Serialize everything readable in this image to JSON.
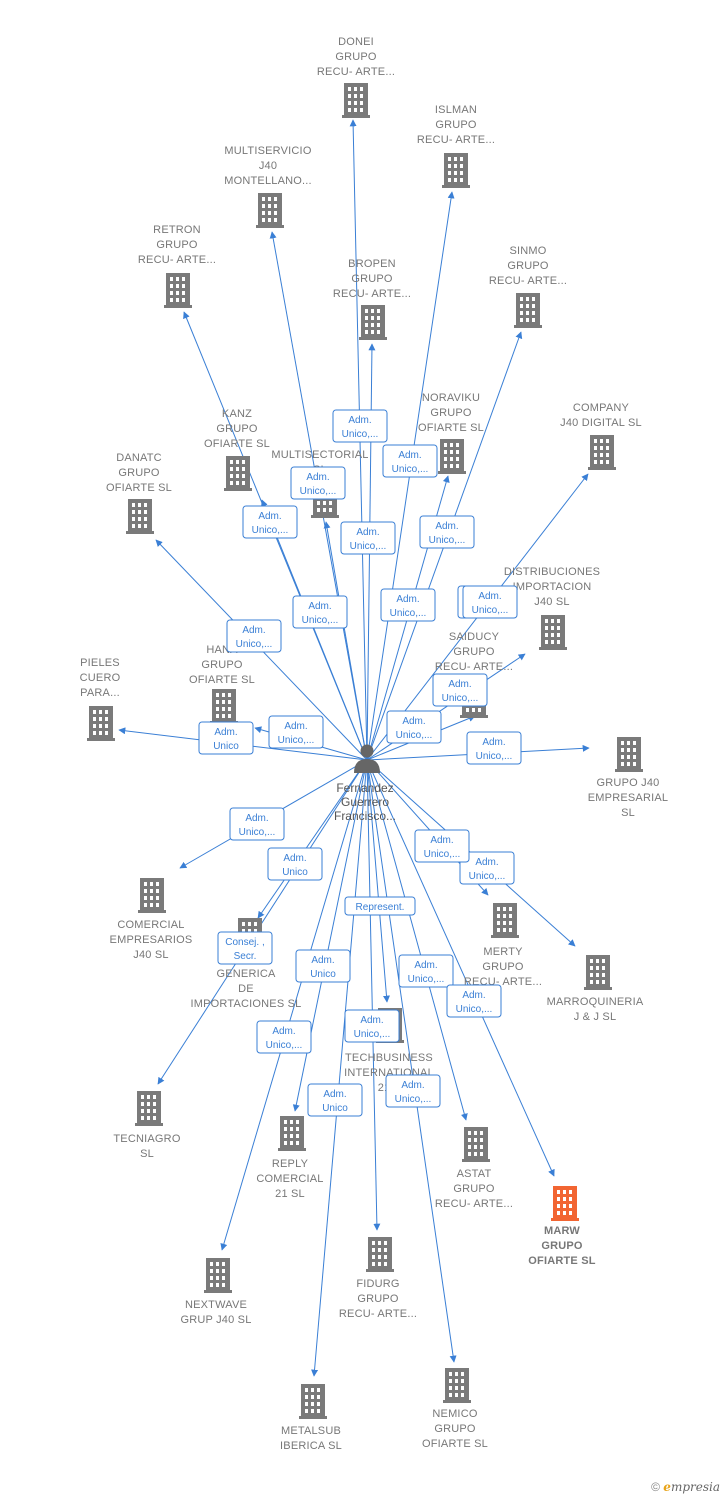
{
  "colors": {
    "edge": "#3a7fd5",
    "building": "#7a7a7a",
    "building_highlight": "#f26532",
    "person": "#666666"
  },
  "person": {
    "icon": "person-icon",
    "lines": [
      "Fernandez",
      "Guerrero",
      "Francisco..."
    ]
  },
  "companies": [
    {
      "id": "donei",
      "lines": [
        "DONEI",
        "GRUPO",
        "RECU- ARTE..."
      ]
    },
    {
      "id": "islman",
      "lines": [
        "ISLMAN",
        "GRUPO",
        "RECU- ARTE..."
      ]
    },
    {
      "id": "multiservicio",
      "lines": [
        "MULTISERVICIO",
        "J40",
        "MONTELLANO..."
      ]
    },
    {
      "id": "retron",
      "lines": [
        "RETRON",
        "GRUPO",
        "RECU- ARTE..."
      ]
    },
    {
      "id": "sinmo",
      "lines": [
        "SINMO",
        "GRUPO",
        "RECU- ARTE..."
      ]
    },
    {
      "id": "bropen",
      "lines": [
        "BROPEN",
        "GRUPO",
        "RECU- ARTE..."
      ]
    },
    {
      "id": "kanz",
      "lines": [
        "KANZ",
        "GRUPO",
        "OFIARTE  SL"
      ]
    },
    {
      "id": "noraviku",
      "lines": [
        "NORAVIKU",
        "GRUPO",
        "OFIARTE  SL"
      ]
    },
    {
      "id": "company-j40",
      "lines": [
        "COMPANY",
        "J40 DIGITAL  SL"
      ]
    },
    {
      "id": "danatc",
      "lines": [
        "DANATC",
        "GRUPO",
        "OFIARTE  SL"
      ]
    },
    {
      "id": "multisectorial",
      "lines": [
        "MULTISECTORIAL",
        "SL"
      ]
    },
    {
      "id": "distribuciones",
      "lines": [
        "DISTRIBUCIONES",
        "IMPORTACION",
        "J40  SL"
      ]
    },
    {
      "id": "saiducy",
      "lines": [
        "SAIDUCY",
        "GRUPO",
        "RECU- ARTE..."
      ]
    },
    {
      "id": "hana",
      "lines": [
        "HANA",
        "GRUPO",
        "OFIARTE  SL"
      ]
    },
    {
      "id": "pieles",
      "lines": [
        "PIELES",
        "CUERO",
        "PARA..."
      ]
    },
    {
      "id": "grupo-j40",
      "lines": [
        "GRUPO J40",
        "EMPRESARIAL",
        "SL"
      ]
    },
    {
      "id": "comercial",
      "lines": [
        "COMERCIAL",
        "EMPRESARIOS",
        "J40  SL"
      ]
    },
    {
      "id": "generica",
      "lines": [
        "GENERICA",
        "DE",
        "IMPORTACIONES SL"
      ]
    },
    {
      "id": "merty",
      "lines": [
        "MERTY",
        "GRUPO",
        "RECU- ARTE..."
      ]
    },
    {
      "id": "marroquineria",
      "lines": [
        "MARROQUINERIA",
        "J & J  SL"
      ]
    },
    {
      "id": "techbusiness",
      "lines": [
        "TECHBUSINESS",
        "INTERNATIONAL",
        "21..."
      ]
    },
    {
      "id": "tecniagro",
      "lines": [
        "TECNIAGRO",
        "SL"
      ]
    },
    {
      "id": "reply",
      "lines": [
        "REPLY",
        "COMERCIAL",
        "21 SL"
      ]
    },
    {
      "id": "astat",
      "lines": [
        "ASTAT",
        "GRUPO",
        "RECU- ARTE..."
      ]
    },
    {
      "id": "marw",
      "lines": [
        "MARW",
        "GRUPO",
        "OFIARTE  SL"
      ],
      "highlight": true
    },
    {
      "id": "fidurg",
      "lines": [
        "FIDURG",
        "GRUPO",
        "RECU- ARTE..."
      ]
    },
    {
      "id": "nextwave",
      "lines": [
        "NEXTWAVE",
        "GRUP J40  SL"
      ]
    },
    {
      "id": "nemico",
      "lines": [
        "NEMICO",
        "GRUPO",
        "OFIARTE  SL"
      ]
    },
    {
      "id": "metalsub",
      "lines": [
        "METALSUB",
        "IBERICA SL"
      ]
    }
  ],
  "edge_labels": [
    {
      "target": "donei",
      "lines": [
        "Adm.",
        "Unico,..."
      ]
    },
    {
      "target": "islman",
      "lines": [
        "Adm.",
        "Unico,..."
      ]
    },
    {
      "target": "multiservicio",
      "lines": [
        "Adm.",
        "Unico,..."
      ]
    },
    {
      "target": "retron",
      "lines": [
        "Adm.",
        "Unico,..."
      ]
    },
    {
      "target": "sinmo",
      "lines": [
        "Adm.",
        "Unico,..."
      ]
    },
    {
      "target": "bropen",
      "lines": [
        "Adm.",
        "Unico,..."
      ]
    },
    {
      "target": "kanz",
      "lines": [
        "Adm.",
        "Unico,..."
      ]
    },
    {
      "target": "noraviku",
      "lines": [
        "Adm.",
        "Unico,..."
      ]
    },
    {
      "target": "company-j40",
      "lines": [
        "Adm.",
        "Unico,..."
      ]
    },
    {
      "target": "danatc",
      "lines": [
        "Adm.",
        "Unico,..."
      ]
    },
    {
      "target": "multisectorial",
      "lines": [
        "Adm.",
        "Unico,..."
      ]
    },
    {
      "target": "saiducy",
      "lines": [
        "Adm.",
        "Unico,..."
      ]
    },
    {
      "target": "hana",
      "lines": [
        "Adm.",
        "Unico,..."
      ]
    },
    {
      "target": "pieles",
      "lines": [
        "Adm.",
        "Unico"
      ]
    },
    {
      "target": "grupo-j40",
      "lines": [
        "Adm.",
        "Unico,..."
      ]
    },
    {
      "target": "comercial",
      "lines": [
        "Adm.",
        "Unico,..."
      ]
    },
    {
      "target": "generica",
      "lines": [
        "Adm.",
        "Unico"
      ]
    },
    {
      "target": "merty",
      "lines": [
        "Adm.",
        "Unico,..."
      ]
    },
    {
      "target": "marroquineria",
      "lines": [
        "Adm.",
        "Unico,..."
      ]
    },
    {
      "target": "techbusiness",
      "lines": [
        "Represent."
      ]
    },
    {
      "target": "tecniagro",
      "lines": [
        "Consej. ,",
        "Secr."
      ]
    },
    {
      "target": "reply",
      "lines": [
        "Adm.",
        "Unico"
      ]
    },
    {
      "target": "astat",
      "lines": [
        "Adm.",
        "Unico,..."
      ]
    },
    {
      "target": "marw",
      "lines": [
        "Adm.",
        "Unico,..."
      ]
    },
    {
      "target": "fidurg",
      "lines": [
        "Adm.",
        "Unico,..."
      ]
    },
    {
      "target": "nextwave",
      "lines": [
        "Adm.",
        "Unico,..."
      ]
    },
    {
      "target": "nemico",
      "lines": [
        "Adm.",
        "Unico,..."
      ]
    },
    {
      "target": "metalsub",
      "lines": [
        "Adm.",
        "Unico"
      ]
    },
    {
      "target": "distribuciones",
      "lines": [
        "Adm.",
        "Unico,..."
      ]
    }
  ],
  "footer": {
    "copyright": "©",
    "brand_initial": "e",
    "brand_rest": "mpresia"
  }
}
